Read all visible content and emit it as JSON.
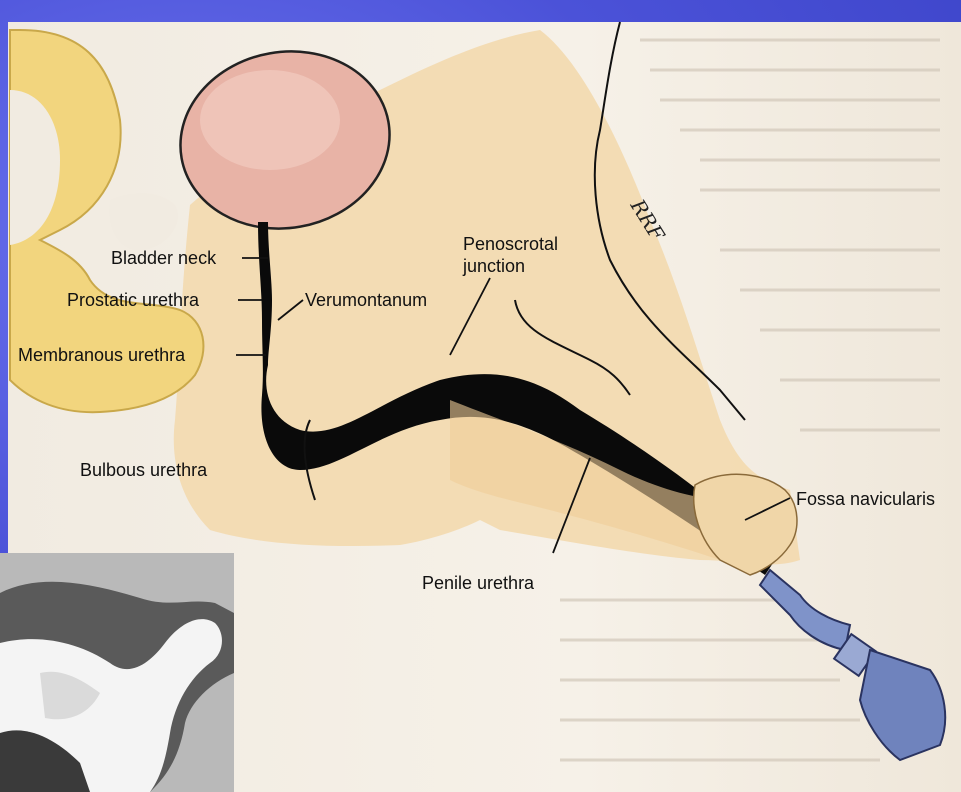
{
  "labels": {
    "bladder_neck": "Bladder neck",
    "prostatic_urethra": "Prostatic urethra",
    "verumontanum": "Verumontanum",
    "membranous_urethra": "Membranous urethra",
    "penoscrotal_junction_1": "Penoscrotal",
    "penoscrotal_junction_2": "junction",
    "bulbous_urethra": "Bulbous urethra",
    "penile_urethra": "Penile urethra",
    "fossa_navicularis": "Fossa navicularis",
    "initials": "RRF"
  },
  "colors": {
    "slide_bg": "#4a52d6",
    "pelvic_bone": "#f2d57e",
    "skin": "#f3d9ae",
    "bladder": "#e8b3a6",
    "contrast": "#0a0a0a",
    "syringe": "#7f93c9"
  }
}
